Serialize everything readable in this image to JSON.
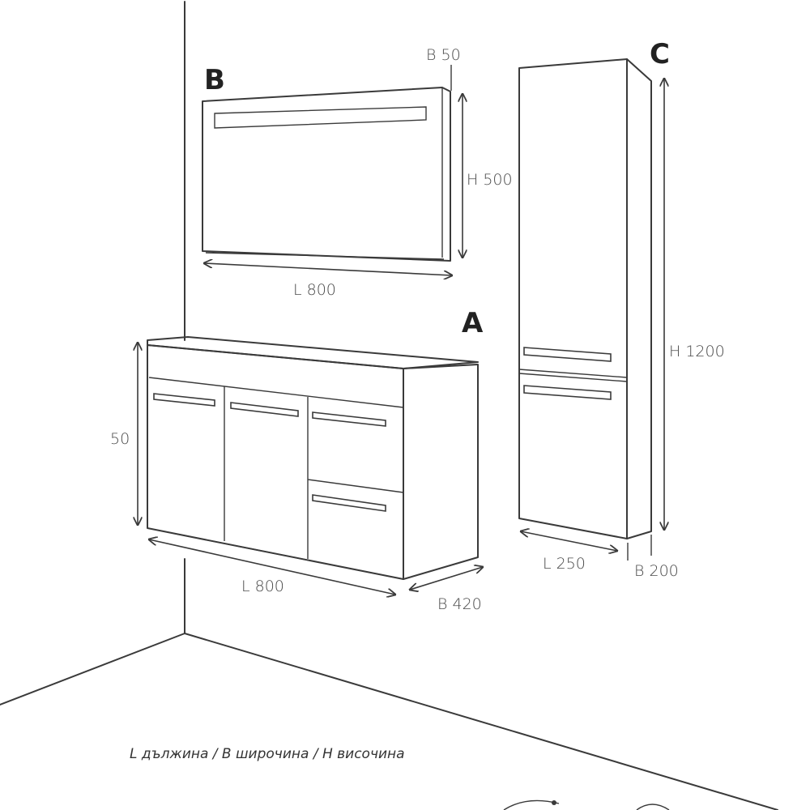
{
  "pieces": {
    "mirror": {
      "letter": "B",
      "depth_label": "B 50",
      "height_label": "H 500",
      "length_label": "L 800"
    },
    "vanity": {
      "letter": "A",
      "height_label": "50",
      "length_label": "L 800",
      "depth_label": "B 420"
    },
    "column": {
      "letter": "C",
      "height_label": "H 1200",
      "length_label": "L 250",
      "depth_label": "B 200"
    }
  },
  "legend": "L дължина / B широчина / H височина"
}
